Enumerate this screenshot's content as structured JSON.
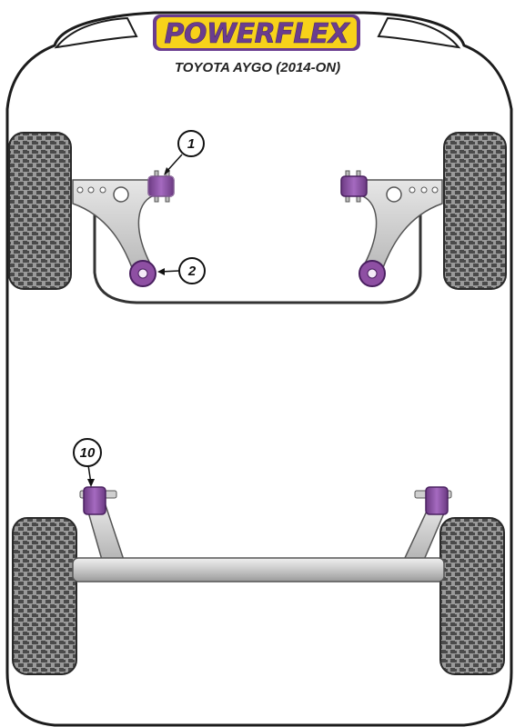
{
  "header": {
    "brand": "POWERFLEX",
    "model": "TOYOTA AYGO (2014-ON)"
  },
  "callouts": [
    {
      "id": "callout-1",
      "label": "1"
    },
    {
      "id": "callout-2",
      "label": "2"
    },
    {
      "id": "callout-10",
      "label": "10"
    }
  ],
  "colors": {
    "bush_purple": "#8e4fa3",
    "bush_purple_dark": "#5a2a6e",
    "logo_yellow": "#f7d21a",
    "logo_purple": "#6a3d8f",
    "tyre_gray": "#555555",
    "arm_gray": "#c8c8c8",
    "body_outline": "#222222"
  }
}
